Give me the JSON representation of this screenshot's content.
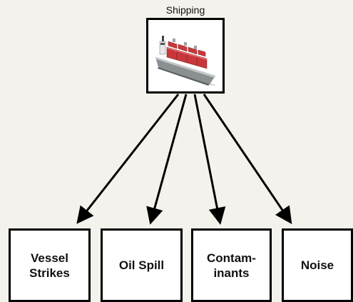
{
  "diagram": {
    "source": {
      "label": "Shipping",
      "icon": "container-ship-icon"
    },
    "targets": [
      {
        "line1": "Vessel",
        "line2": "Strikes"
      },
      {
        "line1": "Oil Spill",
        "line2": ""
      },
      {
        "line1": "Contam-",
        "line2": "inants"
      },
      {
        "line1": "Noise",
        "line2": ""
      }
    ],
    "colors": {
      "background": "#f3f2ec",
      "box_fill": "#ffffff",
      "stroke": "#000000",
      "ship_hull": "#8a8f92",
      "containers": "#c8373b"
    }
  }
}
